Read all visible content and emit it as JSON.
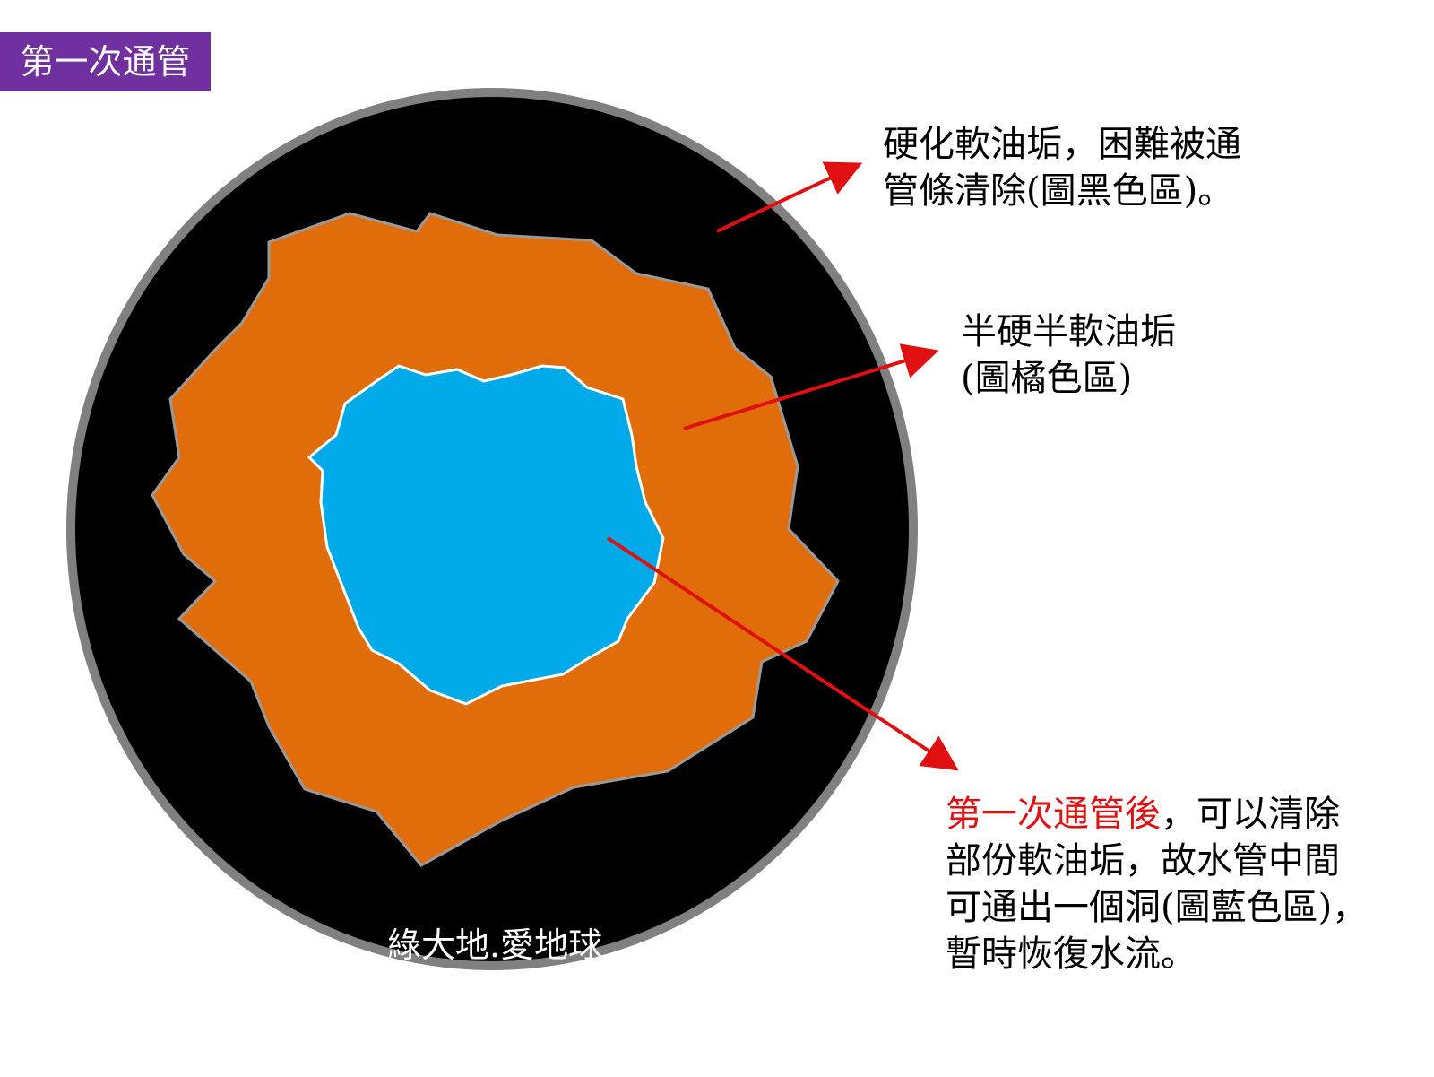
{
  "title": "第一次通管",
  "callouts": {
    "black_region": {
      "line1": "硬化軟油垢，困難被通",
      "line2": "管條清除(圖黑色區)。"
    },
    "orange_region": {
      "line1": "半硬半軟油垢",
      "line2": "(圖橘色區)"
    },
    "blue_region": {
      "line1_highlight": "第一次通管後",
      "line1_rest": "，可以清除",
      "line2": "部份軟油垢，故水管中間",
      "line3": "可通出一個洞(圖藍色區)，",
      "line4": "暫時恢復水流。"
    }
  },
  "watermark": "綠大地.愛地球",
  "colors": {
    "title_bg": "#7030a0",
    "pipe_ring": "#808080",
    "hard_grease": "#000000",
    "semi_grease": "#e06c0a",
    "open_hole": "#00aae8",
    "arrow": "#e01010",
    "highlight_text": "#e01010"
  }
}
